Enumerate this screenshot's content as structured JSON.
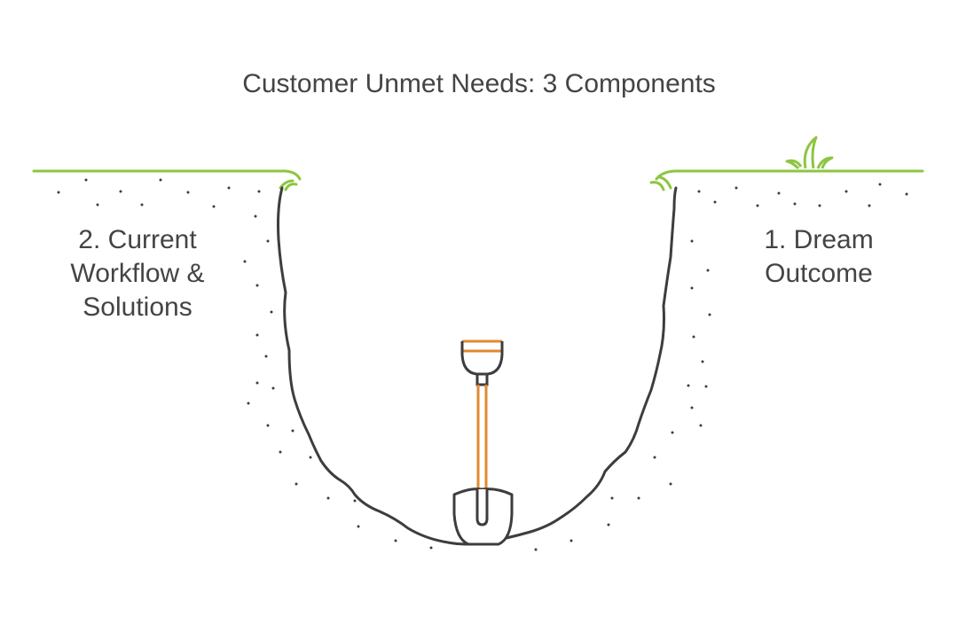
{
  "title": "Customer Unmet Needs: 3 Components",
  "labels": {
    "left": [
      "2. Current",
      "Workflow &",
      "Solutions"
    ],
    "right": [
      "1. Dream",
      "Outcome"
    ]
  },
  "icons": {
    "shovel": "shovel-icon",
    "grass": "grass-tuft-icon"
  },
  "colors": {
    "text": "#444444",
    "outline": "#3d3d3d",
    "ground": "#8cc63f",
    "handle": "#e2892f"
  }
}
